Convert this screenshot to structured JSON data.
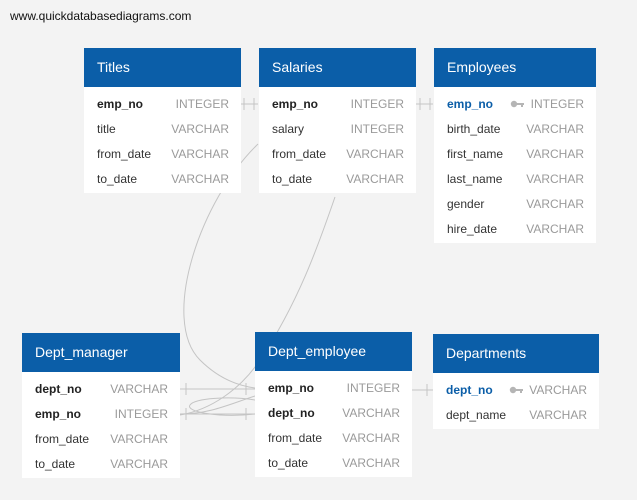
{
  "watermark": "www.quickdatabasediagrams.com",
  "tables": {
    "titles": {
      "name": "Titles",
      "fields": [
        {
          "name": "emp_no",
          "type": "INTEGER"
        },
        {
          "name": "title",
          "type": "VARCHAR"
        },
        {
          "name": "from_date",
          "type": "VARCHAR"
        },
        {
          "name": "to_date",
          "type": "VARCHAR"
        }
      ]
    },
    "salaries": {
      "name": "Salaries",
      "fields": [
        {
          "name": "emp_no",
          "type": "INTEGER"
        },
        {
          "name": "salary",
          "type": "INTEGER"
        },
        {
          "name": "from_date",
          "type": "VARCHAR"
        },
        {
          "name": "to_date",
          "type": "VARCHAR"
        }
      ]
    },
    "employees": {
      "name": "Employees",
      "fields": [
        {
          "name": "emp_no",
          "type": "INTEGER",
          "pk": true
        },
        {
          "name": "birth_date",
          "type": "VARCHAR"
        },
        {
          "name": "first_name",
          "type": "VARCHAR"
        },
        {
          "name": "last_name",
          "type": "VARCHAR"
        },
        {
          "name": "gender",
          "type": "VARCHAR"
        },
        {
          "name": "hire_date",
          "type": "VARCHAR"
        }
      ]
    },
    "dept_manager": {
      "name": "Dept_manager",
      "fields": [
        {
          "name": "dept_no",
          "type": "VARCHAR"
        },
        {
          "name": "emp_no",
          "type": "INTEGER"
        },
        {
          "name": "from_date",
          "type": "VARCHAR"
        },
        {
          "name": "to_date",
          "type": "VARCHAR"
        }
      ]
    },
    "dept_employee": {
      "name": "Dept_employee",
      "fields": [
        {
          "name": "emp_no",
          "type": "INTEGER"
        },
        {
          "name": "dept_no",
          "type": "VARCHAR"
        },
        {
          "name": "from_date",
          "type": "VARCHAR"
        },
        {
          "name": "to_date",
          "type": "VARCHAR"
        }
      ]
    },
    "departments": {
      "name": "Departments",
      "fields": [
        {
          "name": "dept_no",
          "type": "VARCHAR",
          "pk": true
        },
        {
          "name": "dept_name",
          "type": "VARCHAR"
        }
      ]
    }
  },
  "colors": {
    "header": "#0b5ea8",
    "background": "#f3f3f3",
    "connector": "#c4c4c4"
  }
}
